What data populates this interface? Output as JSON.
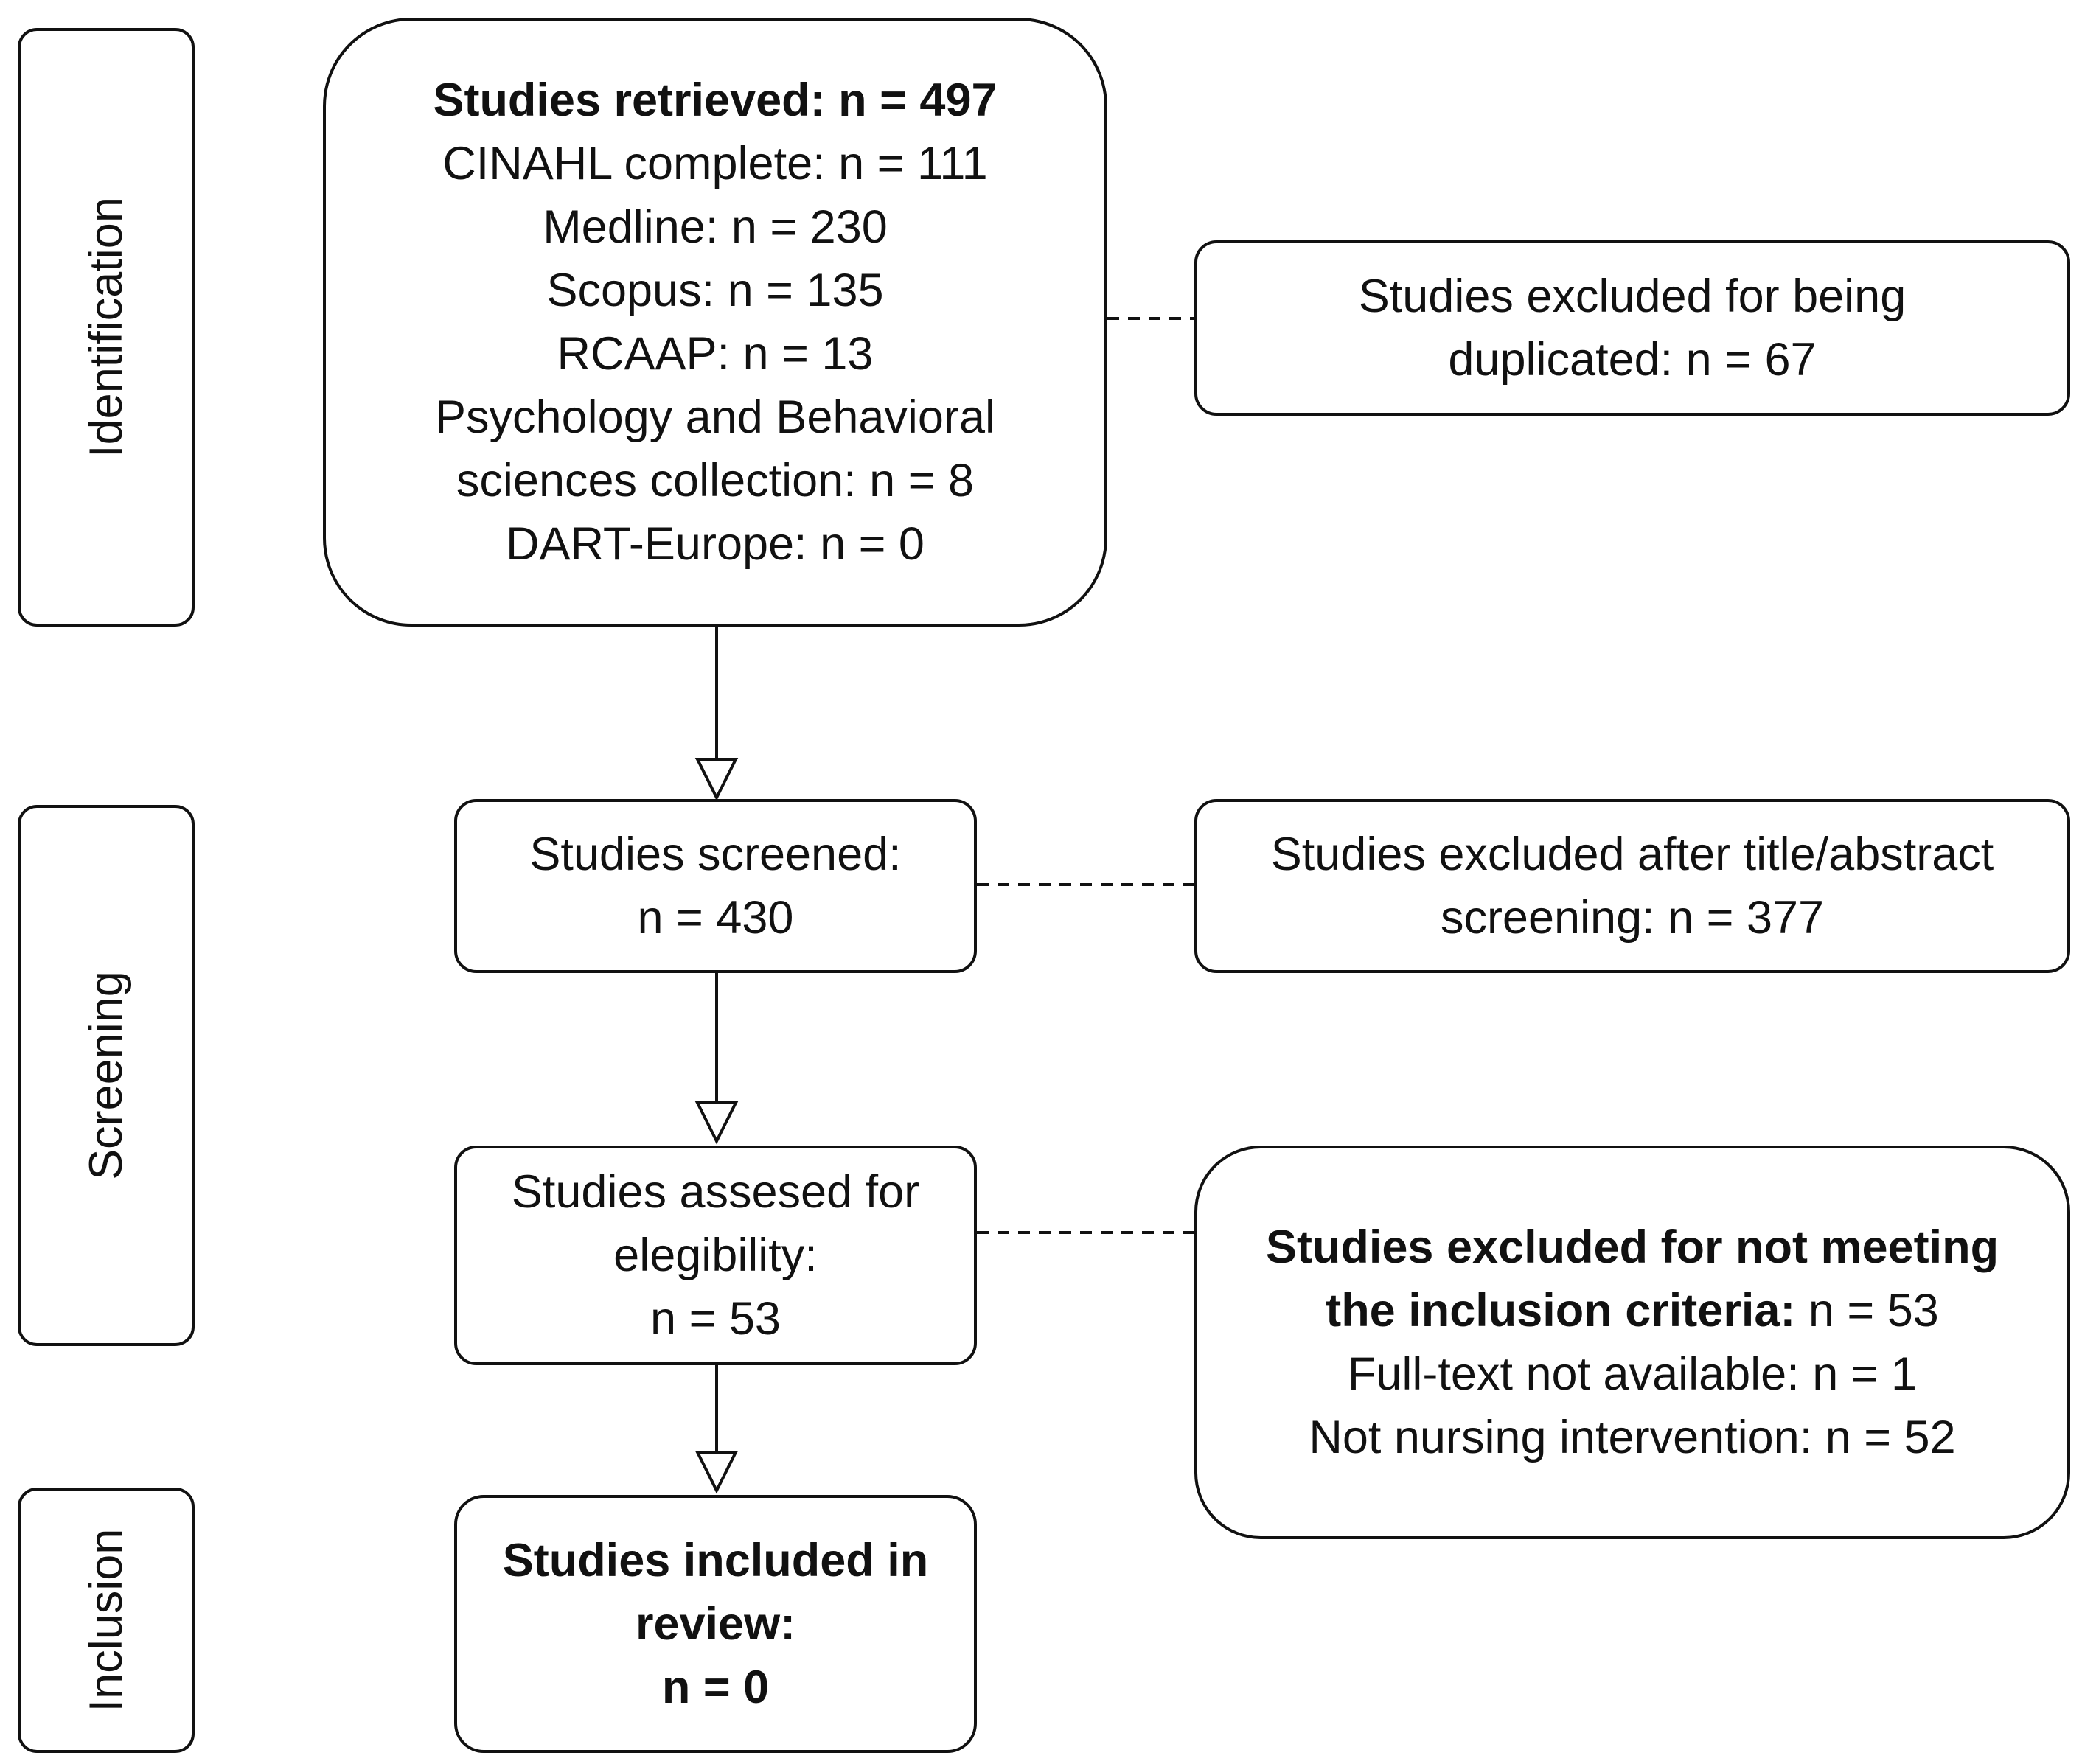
{
  "phases": {
    "identification": "Identification",
    "screening": "Screening",
    "inclusion": "Inclusion"
  },
  "retrieved": {
    "title": "Studies retrieved: n = 497",
    "sources": [
      "CINAHL complete: n = 111",
      "Medline: n = 230",
      "Scopus: n = 135",
      "RCAAP: n = 13",
      "Psychology and Behavioral",
      "sciences collection: n = 8",
      "DART-Europe: n = 0"
    ]
  },
  "duplicates": {
    "line1": "Studies excluded for being",
    "line2": "duplicated: n = 67"
  },
  "screened": {
    "line1": "Studies screened:",
    "line2": "n = 430"
  },
  "excluded_title": {
    "line1": "Studies excluded after title/abstract",
    "line2": "screening: n = 377"
  },
  "eligibility": {
    "line1": "Studies assesed for",
    "line2": "elegibility:",
    "line3": "n = 53"
  },
  "excluded_criteria": {
    "line1": "Studies excluded for not meeting",
    "line2_bold": "the inclusion criteria:",
    "line2_rest": " n = 53",
    "line3": "Full-text not available: n = 1",
    "line4": "Not nursing intervention: n = 52"
  },
  "included": {
    "line1": "Studies included in",
    "line2": "review:",
    "line3": "n = 0"
  }
}
